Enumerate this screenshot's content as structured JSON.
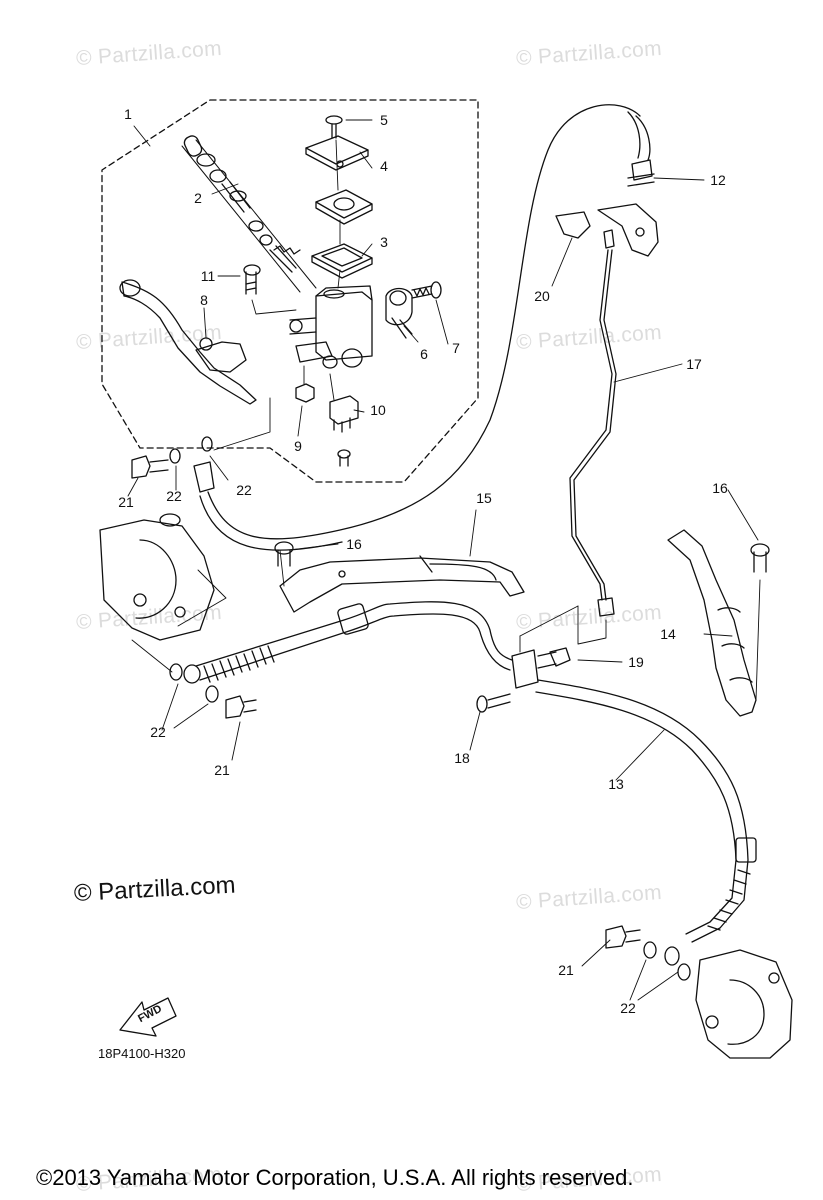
{
  "watermark_text": "© Partzilla.com",
  "brand_watermark": "© Partzilla.com",
  "diagram_code": "18P4100-H320",
  "fwd_label": "FWD",
  "copyright": "©2013  Yamaha Motor Corporation, U.S.A. All rights reserved.",
  "callouts": {
    "c1": "1",
    "c2": "2",
    "c3": "3",
    "c4": "4",
    "c5": "5",
    "c6": "6",
    "c7": "7",
    "c8": "8",
    "c9": "9",
    "c10": "10",
    "c11": "11",
    "c12": "12",
    "c13": "13",
    "c14": "14",
    "c15": "15",
    "c16a": "16",
    "c16b": "16",
    "c17": "17",
    "c18": "18",
    "c19": "19",
    "c20": "20",
    "c21a": "21",
    "c21b": "21",
    "c21c": "21",
    "c22a": "22",
    "c22b": "22",
    "c22c": "22",
    "c22d": "22"
  },
  "colors": {
    "line": "#111111",
    "watermark": "#dcdcdc",
    "background": "#ffffff"
  }
}
